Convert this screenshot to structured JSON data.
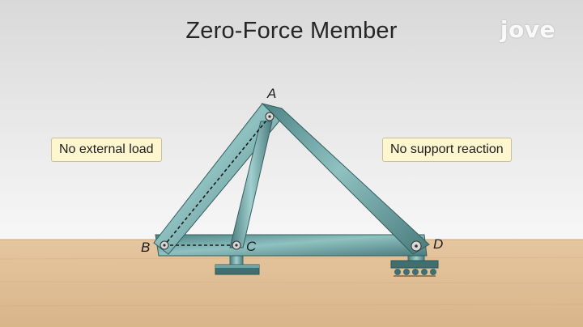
{
  "title": "Zero-Force Member",
  "logo": {
    "text": "jove",
    "icon": "jove-logo-icon"
  },
  "notes": {
    "left": "No external load",
    "right": "No support reaction"
  },
  "nodes": {
    "a": "A",
    "b": "B",
    "c": "C",
    "d": "D"
  },
  "colors": {
    "member": "#6fa4a4",
    "member_dark": "#3f6f70",
    "floor": "#e3c29a",
    "background_top": "#dcdcdc",
    "background_bottom": "#f7f7f7"
  }
}
